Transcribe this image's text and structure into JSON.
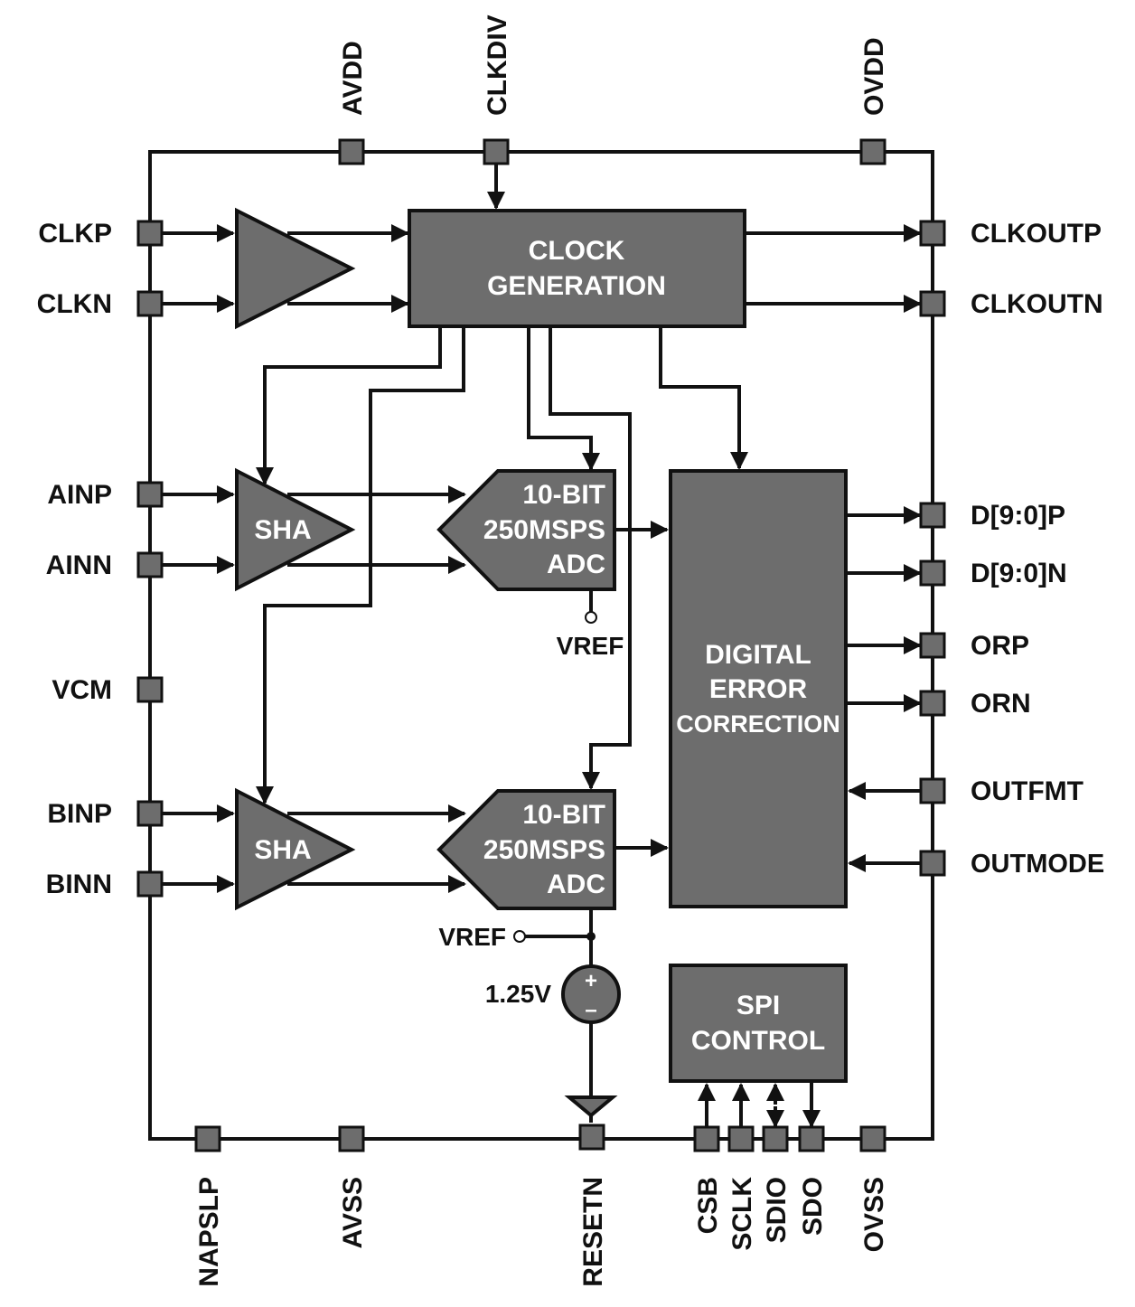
{
  "colors": {
    "block_fill": "#6d6d6d",
    "line": "#111111",
    "block_text": "#ffffff"
  },
  "pins": {
    "top": [
      "AVDD",
      "CLKDIV",
      "OVDD"
    ],
    "left": [
      "CLKP",
      "CLKN",
      "AINP",
      "AINN",
      "VCM",
      "BINP",
      "BINN"
    ],
    "right": [
      "CLKOUTP",
      "CLKOUTN",
      "D[9:0]P",
      "D[9:0]N",
      "ORP",
      "ORN",
      "OUTFMT",
      "OUTMODE"
    ],
    "bottom": [
      "NAPSLP",
      "AVSS",
      "RESETN",
      "CSB",
      "SCLK",
      "SDIO",
      "SDO",
      "OVSS"
    ]
  },
  "blocks": {
    "clock_generation": [
      "CLOCK",
      "GENERATION"
    ],
    "sha_a": "SHA",
    "sha_b": "SHA",
    "adc_a": [
      "10-BIT",
      "250MSPS",
      "ADC"
    ],
    "adc_b": [
      "10-BIT",
      "250MSPS",
      "ADC"
    ],
    "digital_error_correction": [
      "DIGITAL",
      "ERROR",
      "CORRECTION"
    ],
    "spi_control": [
      "SPI",
      "CONTROL"
    ]
  },
  "annotations": {
    "vref_a": "VREF",
    "vref_b": "VREF",
    "reference_voltage": "1.25V",
    "plus": "+",
    "minus": "–"
  }
}
